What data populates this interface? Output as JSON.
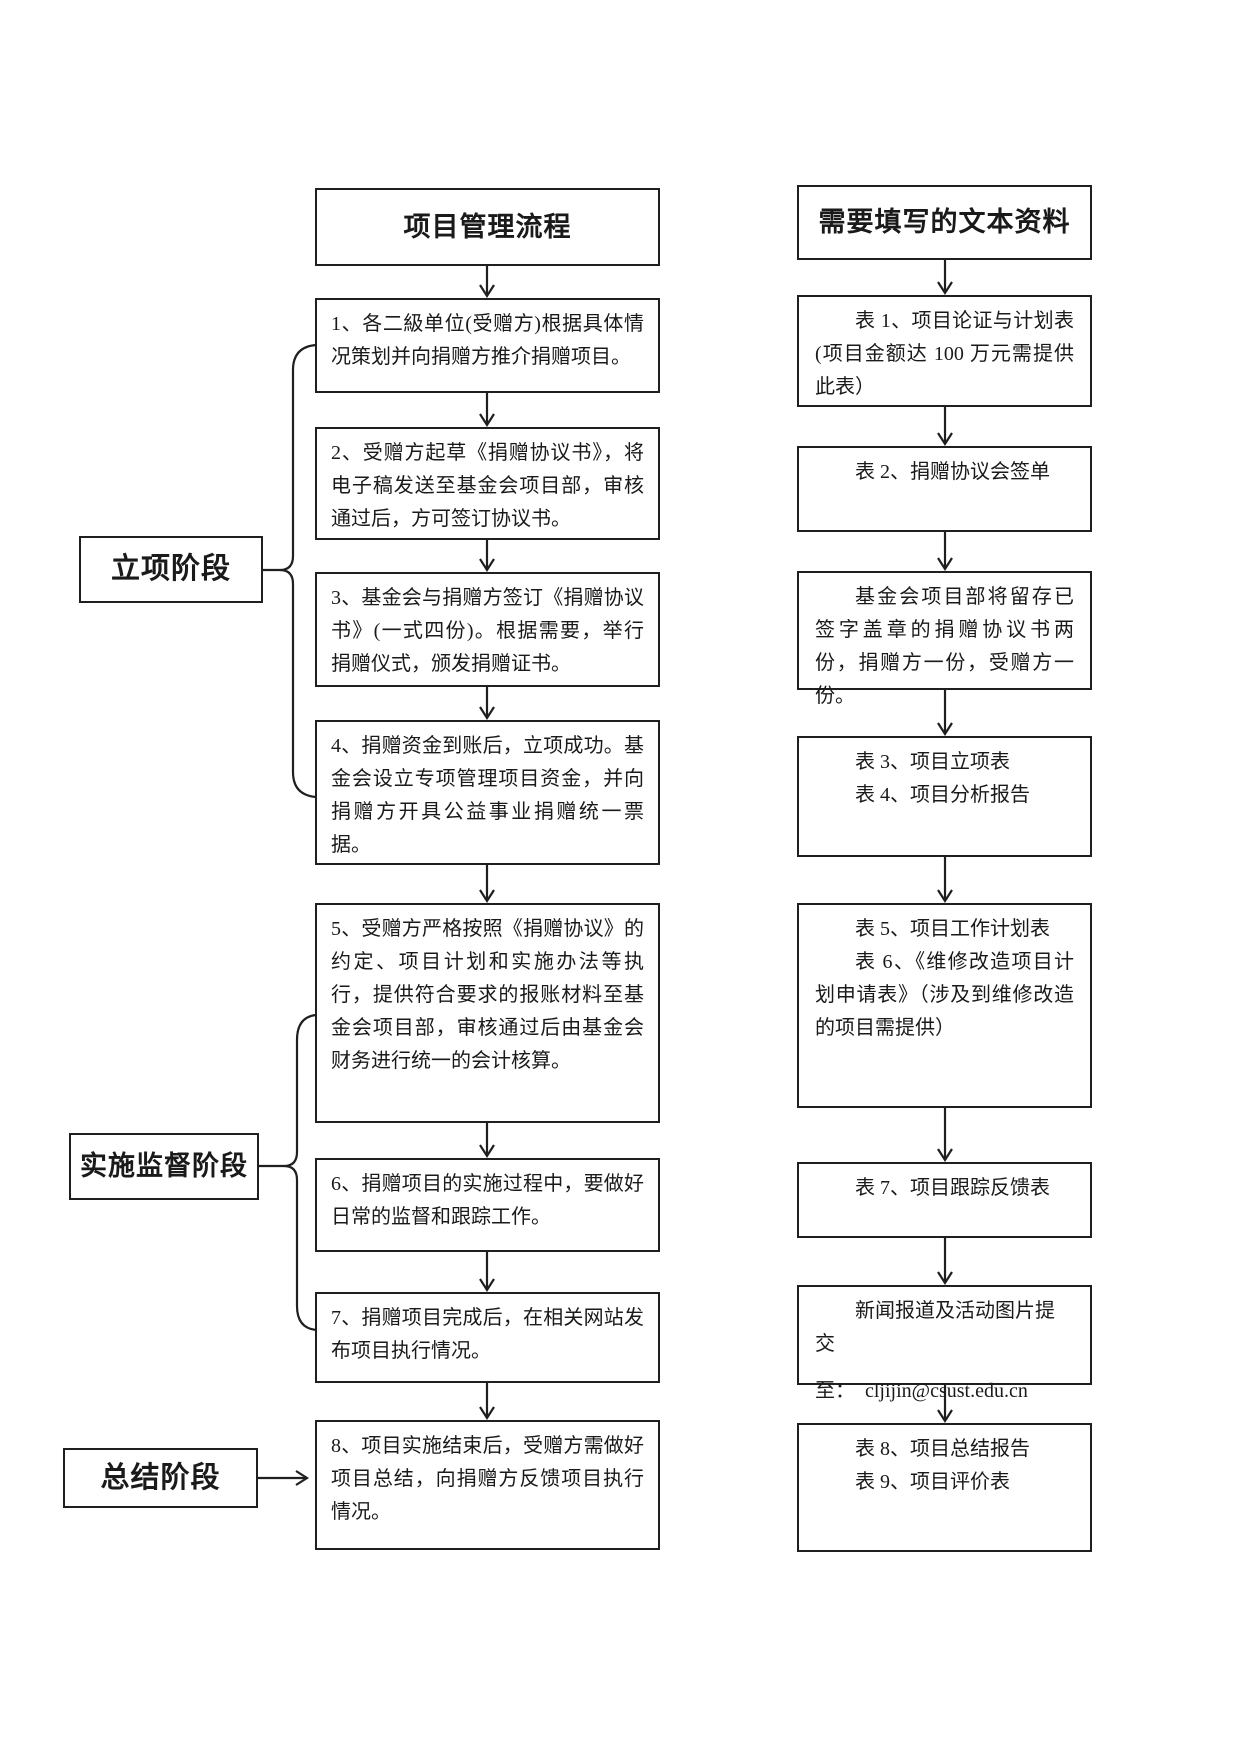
{
  "page": {
    "background": "#ffffff",
    "line_color": "#1f1f1f"
  },
  "left_flow": {
    "title": "项目管理流程",
    "steps": [
      "1、各二級单位(受赠方)根据具体情况策划并向捐赠方推介捐赠项目。",
      "2、受赠方起草《捐赠协议书》，将电子稿发送至基金会项目部，审核通过后，方可签订协议书。",
      "3、基金会与捐赠方签订《捐赠协议书》(一式四份)。根据需要，举行捐赠仪式，颁发捐赠证书。",
      "4、捐赠资金到账后，立项成功。基金会设立专项管理项目资金，并向捐赠方开具公益事业捐赠统一票据。",
      "5、受赠方严格按照《捐赠协议》的约定、项目计划和实施办法等执行，提供符合要求的报账材料至基金会项目部，审核通过后由基金会财务进行统一的会计核算。",
      "6、捐赠项目的实施过程中，要做好日常的监督和跟踪工作。",
      "7、捐赠项目完成后，在相关网站发布项目执行情况。",
      "8、项目实施结束后，受赠方需做好项目总结，向捐赠方反馈项目执行情况。"
    ]
  },
  "phases": {
    "phase1": "立项阶段",
    "phase2": "实施监督阶段",
    "phase3": "总结阶段"
  },
  "right_flow": {
    "title": "需要填写的文本资料",
    "items": [
      {
        "text": "表 1、项目论证与计划表(项目金额达 100 万元需提供此表）"
      },
      {
        "text": "表 2、捐赠协议会签单"
      },
      {
        "text": "基金会项目部将留存已签字盖章的捐赠协议书两份，捐赠方一份，受赠方一份。"
      },
      {
        "lines": [
          "表 3、项目立项表",
          "表 4、项目分析报告"
        ]
      },
      {
        "lines": [
          "表 5、项目工作计划表",
          "表 6、《维修改造项目计划申请表》（涉及到维修改造的项目需提供）"
        ]
      },
      {
        "text": "表 7、项目跟踪反馈表"
      },
      {
        "lines": [
          "新闻报道及活动图片提交",
          "至：  cljijin@csust.edu.cn"
        ]
      },
      {
        "lines": [
          "表 8、项目总结报告",
          "表 9、项目评价表"
        ]
      }
    ]
  }
}
